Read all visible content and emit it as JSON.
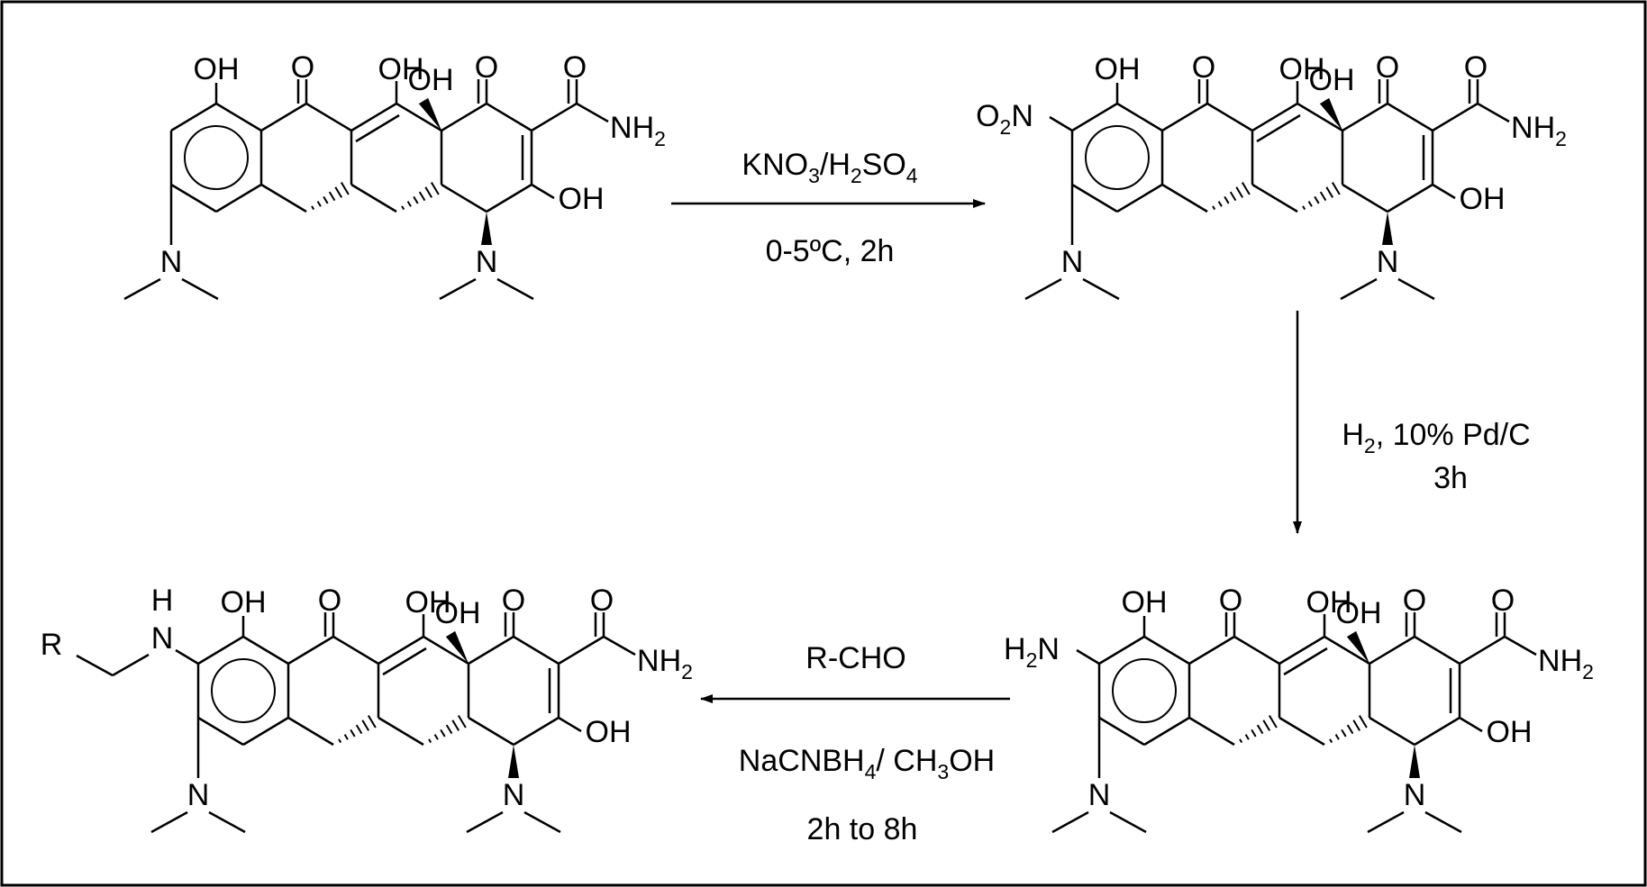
{
  "reactions": [
    {
      "id": "step1",
      "reagent": "KNO3/H2SO4",
      "conditions": "0-5ºC, 2h"
    },
    {
      "id": "step2",
      "reagent": "H2, 10% Pd/C",
      "conditions": "3h"
    },
    {
      "id": "step3",
      "reagent": "R-CHO",
      "conditions": "NaCNBH4/ CH3OH",
      "time": "2h to 8h"
    }
  ],
  "compounds": [
    {
      "id": "minocycline",
      "substituent_9": ""
    },
    {
      "id": "9-nitro",
      "substituent_9": "O2N"
    },
    {
      "id": "9-amino",
      "substituent_9": "H2N"
    },
    {
      "id": "9-alkylamino",
      "substituent_9": "R-CH2-NH"
    }
  ],
  "atom_labels": {
    "OH": "OH",
    "O": "O",
    "N": "N",
    "NH": "H",
    "NH2": "NH",
    "R": "R"
  },
  "colors": {
    "ink": "#000000",
    "background": "#ffffff",
    "frame": "#000000"
  }
}
